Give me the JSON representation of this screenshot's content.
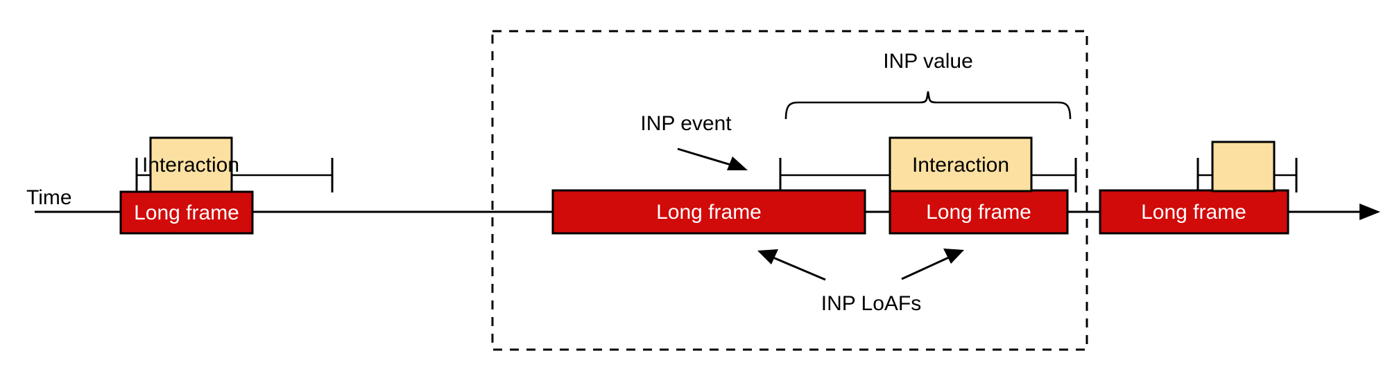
{
  "diagram": {
    "title": "INP (Interaction to Next Paint) and Long Animation Frames timeline",
    "axis": {
      "label": "Time",
      "direction": "left-to-right",
      "arrowhead": "right-arrow"
    },
    "colors": {
      "long_frame_fill": "#D10A0A",
      "long_frame_stroke": "#000000",
      "long_frame_text": "#FFFFFF",
      "interaction_fill": "#FBE0A1",
      "interaction_stroke": "#000000",
      "interaction_text": "#000000",
      "line": "#000000",
      "background": "#FFFFFF"
    },
    "labels": {
      "long_frame": "Long frame",
      "interaction": "Interaction",
      "inp_event": "INP event",
      "inp_value": "INP value",
      "inp_loafs": "INP LoAFs"
    },
    "groups": [
      {
        "name": "first-group",
        "frame_label": "Long frame",
        "interaction_label": "Interaction",
        "inside_dashed_box": false
      },
      {
        "name": "inp-first-loaf",
        "frame_label": "Long frame",
        "interaction_label": "",
        "inside_dashed_box": true
      },
      {
        "name": "inp-second-loaf",
        "frame_label": "Long frame",
        "interaction_label": "Interaction",
        "inside_dashed_box": true
      },
      {
        "name": "last-group",
        "frame_label": "Long frame",
        "interaction_label": "",
        "inside_dashed_box": false
      }
    ],
    "annotations": [
      {
        "name": "inp-event-annotation",
        "text": "INP event",
        "points_to": "interaction-measurement-bar"
      },
      {
        "name": "inp-value-annotation",
        "text": "INP value",
        "bracket": "curly-brace-up",
        "spans": "from interaction start to end of second long frame"
      },
      {
        "name": "inp-loafs-annotation",
        "text": "INP LoAFs",
        "points_to": "both long frames inside dashed region",
        "arrow_count": 2
      }
    ],
    "dashed_region": {
      "name": "inp-scope-region",
      "style": "dashed-rectangle"
    }
  }
}
